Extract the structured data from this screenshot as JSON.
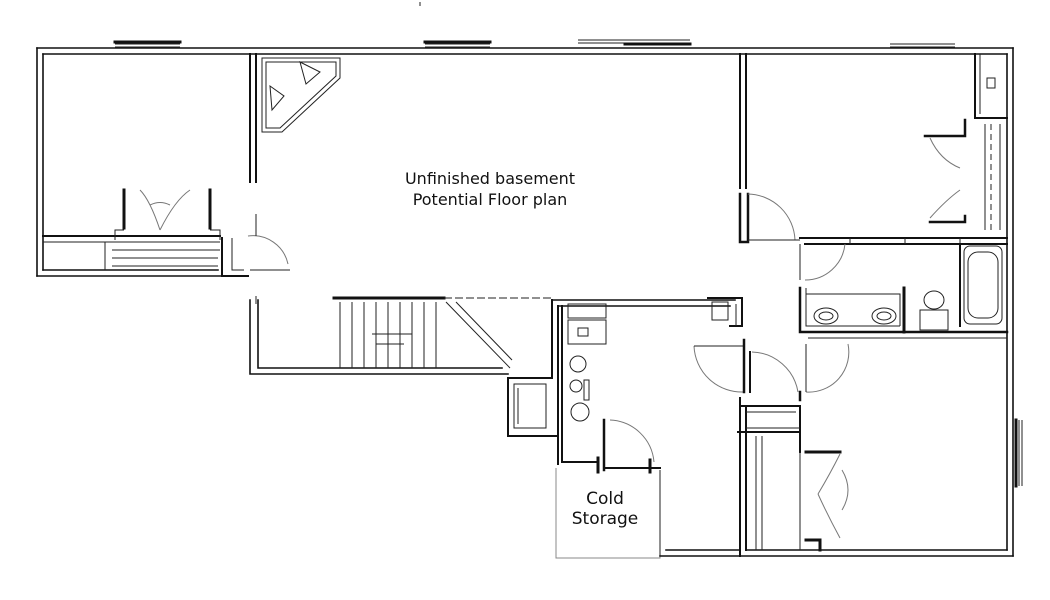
{
  "labels": {
    "main_line1": "Unfinished basement",
    "main_line2": "Potential Floor plan",
    "cold_line1": "Cold",
    "cold_line2": "Storage"
  }
}
